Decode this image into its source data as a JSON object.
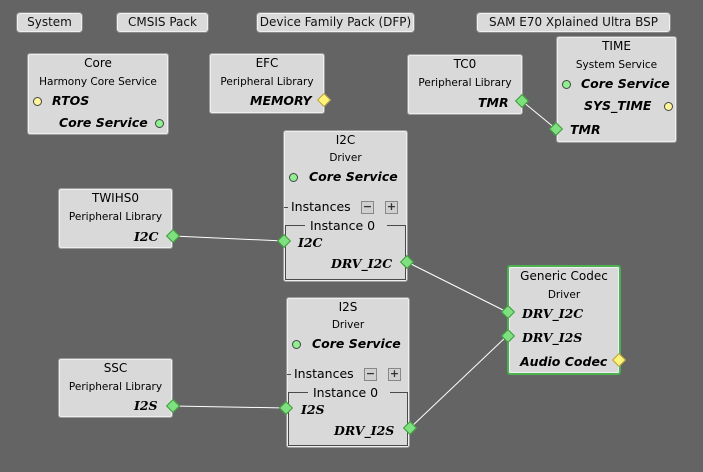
{
  "tabs": [
    {
      "label": "System"
    },
    {
      "label": "CMSIS Pack"
    },
    {
      "label": "Device Family Pack (DFP)"
    },
    {
      "label": "SAM E70 Xplained Ultra BSP"
    }
  ],
  "nodes": {
    "core": {
      "title": "Core",
      "subtitle": "Harmony Core Service",
      "ports": [
        "RTOS",
        "Core Service"
      ]
    },
    "efc": {
      "title": "EFC",
      "subtitle": "Peripheral Library",
      "ports": [
        "MEMORY"
      ]
    },
    "tc0": {
      "title": "TC0",
      "subtitle": "Peripheral Library",
      "ports": [
        "TMR"
      ]
    },
    "time": {
      "title": "TIME",
      "subtitle": "System Service",
      "ports": [
        "Core Service",
        "SYS_TIME",
        "TMR"
      ]
    },
    "i2c": {
      "title": "I2C",
      "subtitle": "Driver",
      "core": "Core Service",
      "instances": "Instances",
      "instance": "Instance 0",
      "ports": [
        "I2C",
        "DRV_I2C"
      ]
    },
    "twihs0": {
      "title": "TWIHS0",
      "subtitle": "Peripheral Library",
      "ports": [
        "I2C"
      ]
    },
    "i2s": {
      "title": "I2S",
      "subtitle": "Driver",
      "core": "Core Service",
      "instances": "Instances",
      "instance": "Instance 0",
      "ports": [
        "I2S",
        "DRV_I2S"
      ]
    },
    "ssc": {
      "title": "SSC",
      "subtitle": "Peripheral Library",
      "ports": [
        "I2S"
      ]
    },
    "codec": {
      "title": "Generic Codec",
      "subtitle": "Driver",
      "ports": [
        "DRV_I2C",
        "DRV_I2S",
        "Audio Codec"
      ]
    }
  },
  "buttons": {
    "minus": "−",
    "plus": "+"
  },
  "colors": {
    "background": "#646464",
    "node": "#d9d9d9",
    "selected_border": "#4caf50",
    "port_green": "#7fe07f",
    "port_yellow": "#fff37a"
  }
}
